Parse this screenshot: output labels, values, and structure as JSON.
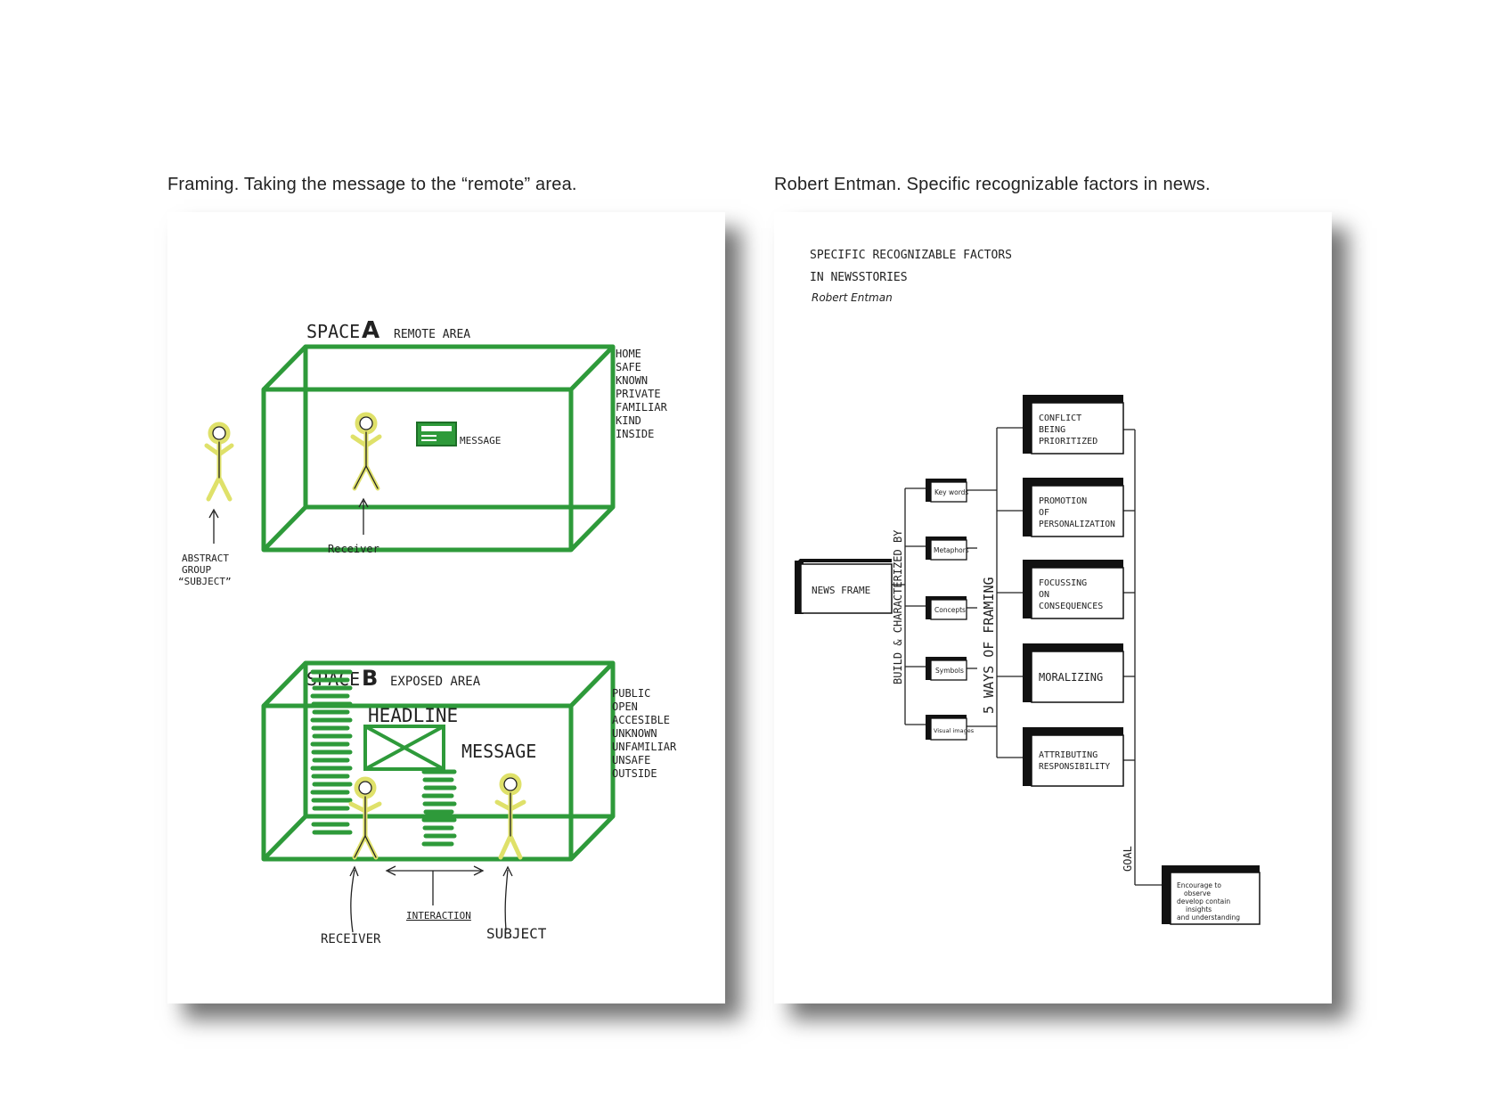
{
  "captions": {
    "left": "Framing. Taking the message to the “remote” area.",
    "right": "Robert Entman. Specific recognizable factors in news."
  },
  "left_sketch": {
    "space_a": {
      "prefix": "SPACE",
      "letter": "A",
      "label": "REMOTE AREA"
    },
    "space_a_words": [
      "HOME",
      "SAFE",
      "KNOWN",
      "PRIVATE",
      "FAMILIAR",
      "KIND",
      "INSIDE"
    ],
    "message_a": "MESSAGE",
    "receiver_a": "Receiver",
    "abstract_group": [
      "ABSTRACT",
      "GROUP",
      "“SUBJECT”"
    ],
    "space_b": {
      "prefix": "SPACE",
      "letter": "B",
      "label": "EXPOSED AREA"
    },
    "space_b_words": [
      "PUBLIC",
      "OPEN",
      "ACCESIBLE",
      "UNKNOWN",
      "UNFAMILIAR",
      "UNSAFE",
      "OUTSIDE"
    ],
    "headline": "HEADLINE",
    "message_b": "MESSAGE",
    "receiver_b": "RECEIVER",
    "interaction": "INTERACTION",
    "subject_b": "SUBJECT",
    "colors": {
      "green": "#2e9a3a",
      "yellow": "#dfe16a",
      "ink": "#222222"
    }
  },
  "right_sketch": {
    "title_lines": [
      "SPECIFIC RECOGNIZABLE FACTORS",
      "IN NEWSSTORIES"
    ],
    "author": "Robert Entman",
    "news_frame": "NEWS FRAME",
    "build_label": "BUILD & CHARACTERIZED BY",
    "elements": [
      "Key words",
      "Metaphors",
      "Concepts",
      "Symbols",
      "Visual images"
    ],
    "ways_label": "5 WAYS OF FRAMING",
    "ways": [
      [
        "CONFLICT",
        "BEING",
        "PRIORITIZED"
      ],
      [
        "PROMOTION",
        "OF",
        "PERSONALIZATION"
      ],
      [
        "FOCUSSING",
        "ON",
        "CONSEQUENCES"
      ],
      [
        "MORALIZING"
      ],
      [
        "ATTRIBUTING",
        "RESPONSIBILITY"
      ]
    ],
    "goal_label": "GOAL",
    "goal": [
      "Encourage to",
      "observe",
      "develop contain",
      "insights",
      "and understanding"
    ]
  }
}
